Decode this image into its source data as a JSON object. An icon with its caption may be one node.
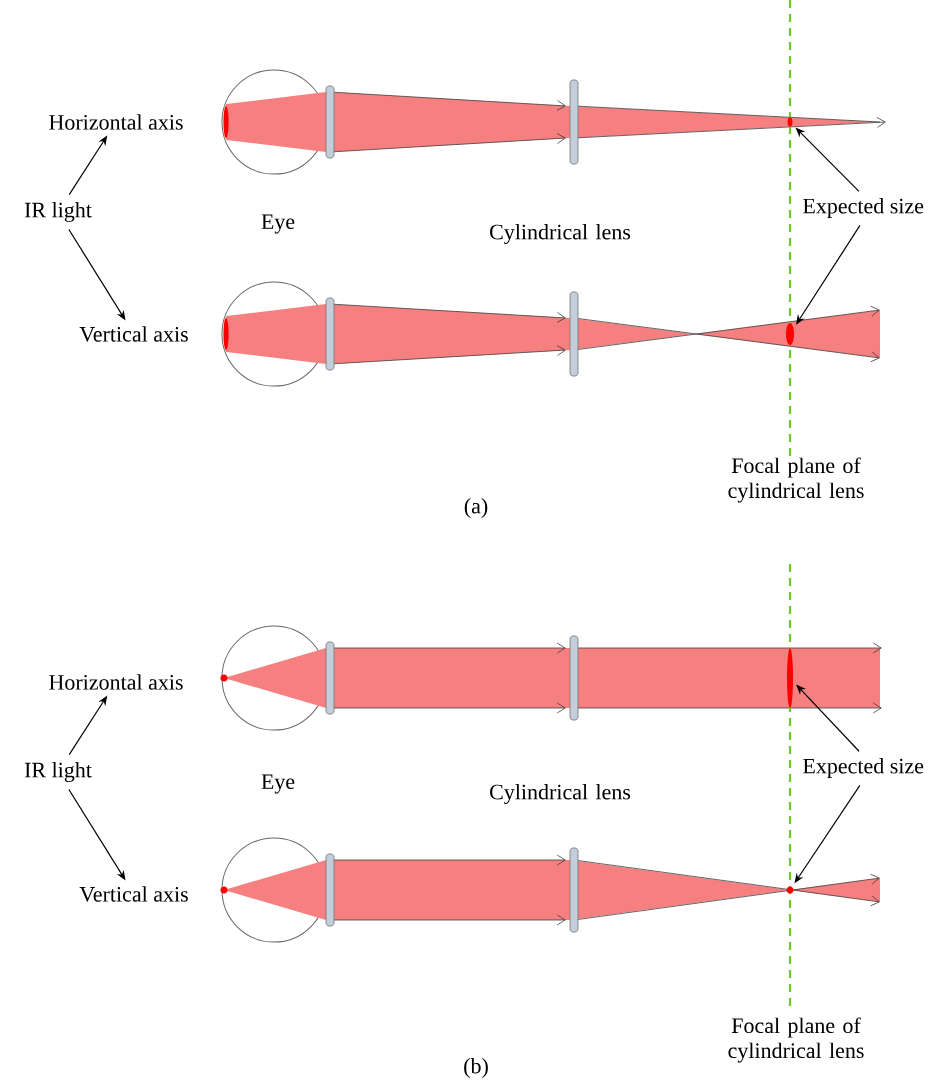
{
  "diagram": {
    "nodes": [
      {
        "text": [
          "IR light"
        ]
      },
      {
        "text": [
          "Horizontal axis"
        ]
      },
      {
        "text": [
          "Vertical axis"
        ]
      },
      {
        "text": [
          "Expected size"
        ]
      },
      {
        "text": [],
        "shape": "ellipse"
      },
      {
        "text": [],
        "shape": "ellipse"
      },
      {
        "text": [
          "IR light"
        ]
      },
      {
        "text": [
          "Horizontal axis"
        ]
      },
      {
        "text": [
          "Vertical axis"
        ]
      },
      {
        "text": [
          "Expected size"
        ]
      },
      {
        "text": [],
        "shape": "ellipse"
      },
      {
        "text": [],
        "shape": "ellipse"
      }
    ],
    "edges": [
      {
        "from": 0,
        "to": 1,
        "arrow": "to"
      },
      {
        "from": 0,
        "to": 2,
        "arrow": "to"
      },
      {
        "from": 3,
        "to": 4,
        "arrow": "to"
      },
      {
        "from": 3,
        "to": 5,
        "arrow": "to"
      },
      {
        "from": 6,
        "to": 7,
        "arrow": "to"
      },
      {
        "from": 6,
        "to": 8,
        "arrow": "to"
      },
      {
        "from": 9,
        "to": 10,
        "arrow": "to"
      },
      {
        "from": 9,
        "to": 11,
        "arrow": "to"
      }
    ],
    "labels": [
      "Eye",
      "Cylindrical lens",
      "Focal plane of cylindrical lens",
      "(a)",
      "Eye",
      "Cylindrical lens",
      "Focal plane of cylindrical lens",
      "(b)"
    ]
  }
}
